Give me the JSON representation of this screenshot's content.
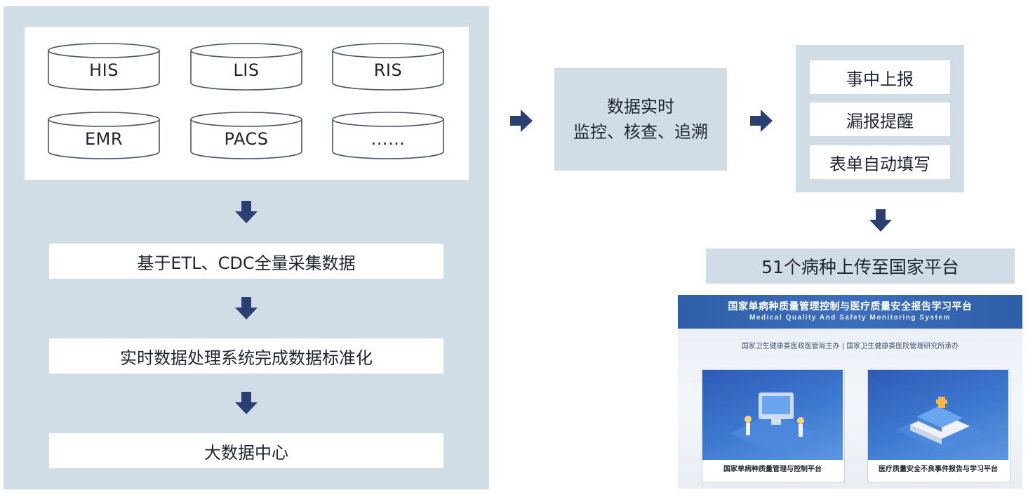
{
  "sources": {
    "items": [
      "HIS",
      "LIS",
      "RIS",
      "EMR",
      "PACS",
      "……"
    ]
  },
  "pipeline": {
    "steps": [
      "基于ETL、CDC全量采集数据",
      "实时数据处理系统完成数据标准化",
      "大数据中心"
    ]
  },
  "monitor": {
    "line1": "数据实时",
    "line2": "监控、核查、追溯"
  },
  "actions": {
    "items": [
      "事中上报",
      "漏报提醒",
      "表单自动填写"
    ]
  },
  "upload": {
    "label": "51个病种上传至国家平台"
  },
  "platform": {
    "title": "国家单病种质量管理控制与医疗质量安全报告学习平台",
    "subtitle": "Medical  Quality And Safety Monitoring System",
    "sponsor": "国家卫生健康委医政医管局主办 | 国家卫生健康委医院管理研究所承办",
    "cards": [
      "国家单病种质量管理与控制平台",
      "医疗质量安全不良事件报告与学习平台"
    ]
  },
  "colors": {
    "panel": "#d0dde6",
    "arrow": "#2b3f73",
    "header": "#2f5ea8"
  }
}
